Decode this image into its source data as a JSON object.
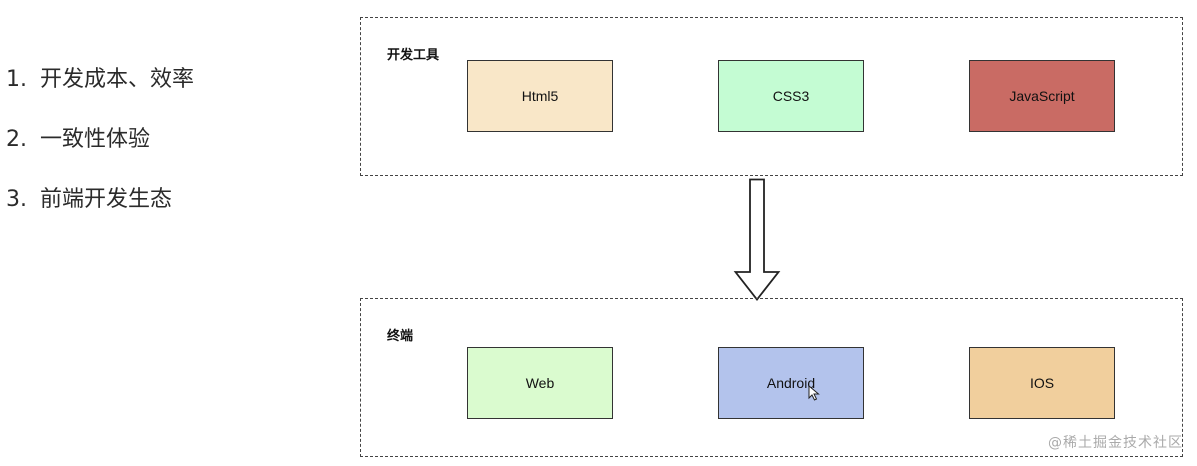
{
  "points": [
    {
      "number": "1.",
      "text": "开发成本、效率"
    },
    {
      "number": "2.",
      "text": "一致性体验"
    },
    {
      "number": "3.",
      "text": "前端开发生态"
    }
  ],
  "dev_tools": {
    "title": "开发工具",
    "items": [
      {
        "label": "Html5",
        "color": "#f9e7c8"
      },
      {
        "label": "CSS3",
        "color": "#c4fcd3"
      },
      {
        "label": "JavaScript",
        "color": "#c96b64"
      }
    ]
  },
  "targets": {
    "title": "终端",
    "items": [
      {
        "label": "Web",
        "color": "#dafbcf"
      },
      {
        "label": "Android",
        "color": "#b3c3ec"
      },
      {
        "label": "IOS",
        "color": "#f1cf9d"
      }
    ]
  },
  "watermark": "@稀土掘金技术社区"
}
